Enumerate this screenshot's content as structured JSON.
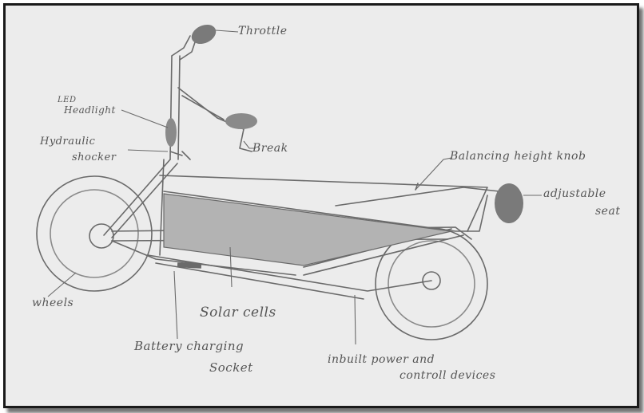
{
  "labels": {
    "throttle": "Throttle",
    "led_headlight_line1": "LED",
    "led_headlight_line2": "Headlight",
    "hydraulic_line1": "Hydraulic",
    "hydraulic_line2": "shocker",
    "break": "Break",
    "balancing": "Balancing height knob",
    "seat_line1": "adjustable",
    "seat_line2": "seat",
    "wheels": "wheels",
    "solar": "Solar cells",
    "battery_line1": "Battery charging",
    "battery_line2": "Socket",
    "power_line1": "inbuilt power and",
    "power_line2": "controll devices"
  }
}
